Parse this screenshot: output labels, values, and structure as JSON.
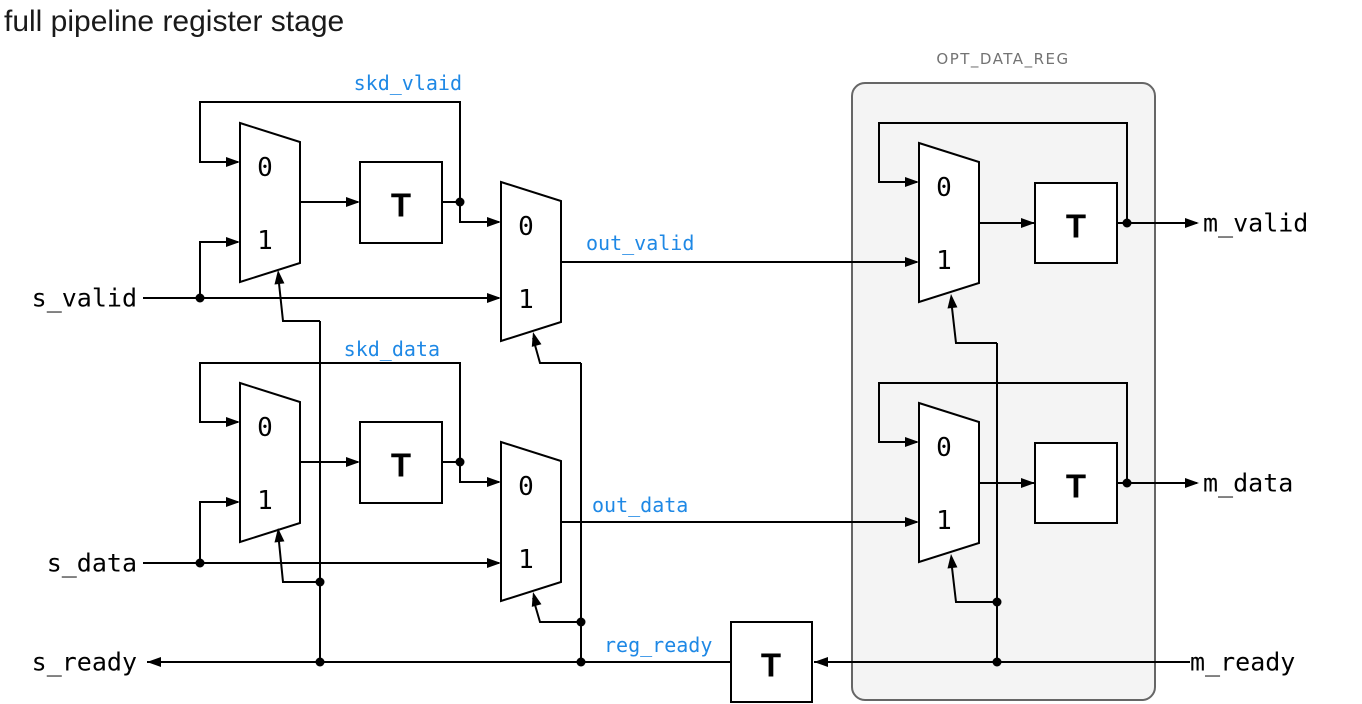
{
  "title": "full pipeline register stage",
  "ports": {
    "s_valid": "s_valid",
    "s_data": "s_data",
    "s_ready": "s_ready",
    "m_valid": "m_valid",
    "m_data": "m_data",
    "m_ready": "m_ready"
  },
  "nets": {
    "skd_valid": "skd_vlaid",
    "skd_data": "skd_data",
    "out_valid": "out_valid",
    "out_data": "out_data",
    "reg_ready": "reg_ready"
  },
  "group_box": {
    "label": "OPT_DATA_REG"
  },
  "mux": {
    "input0": "0",
    "input1": "1"
  },
  "register_label": "T",
  "colors": {
    "wire": "#000000",
    "net_label": "#1e88e5",
    "group_fill": "#f4f4f4",
    "group_border": "#666666",
    "group_label_text": "#737373"
  }
}
